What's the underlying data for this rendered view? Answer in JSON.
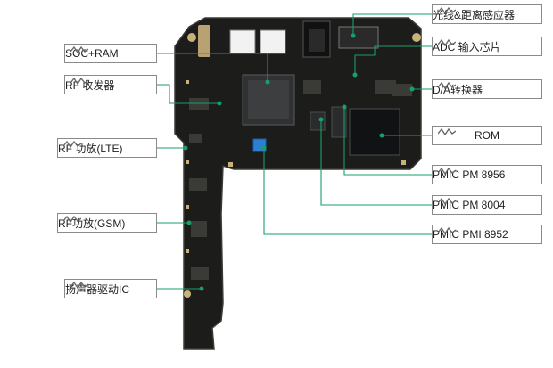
{
  "colors": {
    "board": "#1c1c1a",
    "board_edge": "#2b2b28",
    "gold": "#c9b27a",
    "leader": "#1a9e6a",
    "label_border": "#8a8a8a",
    "chip": "#2f3133",
    "chip_light": "#4a4c4e",
    "blue_part": "#2d7fd1"
  },
  "icons": {
    "label_marker": "wave-icon"
  },
  "labels": {
    "optical_distance_sensor": "光线&距离感应器",
    "adc_input_chip": "ADC 输入芯片",
    "soc_ram": "SOC+RAM",
    "rf_transceiver": "RF 收发器",
    "da_converter": "D/A转换器",
    "rom": "ROM",
    "rf_pa_lte": "RF 功放(LTE)",
    "pmic_8956": "PMIC PM 8956",
    "pmic_8004": "PMIC PM 8004",
    "rf_pa_gsm": "RF功放(GSM)",
    "pmic_8952": "PMIC PMI 8952",
    "speaker_driver_ic": "扬声器驱动IC"
  }
}
